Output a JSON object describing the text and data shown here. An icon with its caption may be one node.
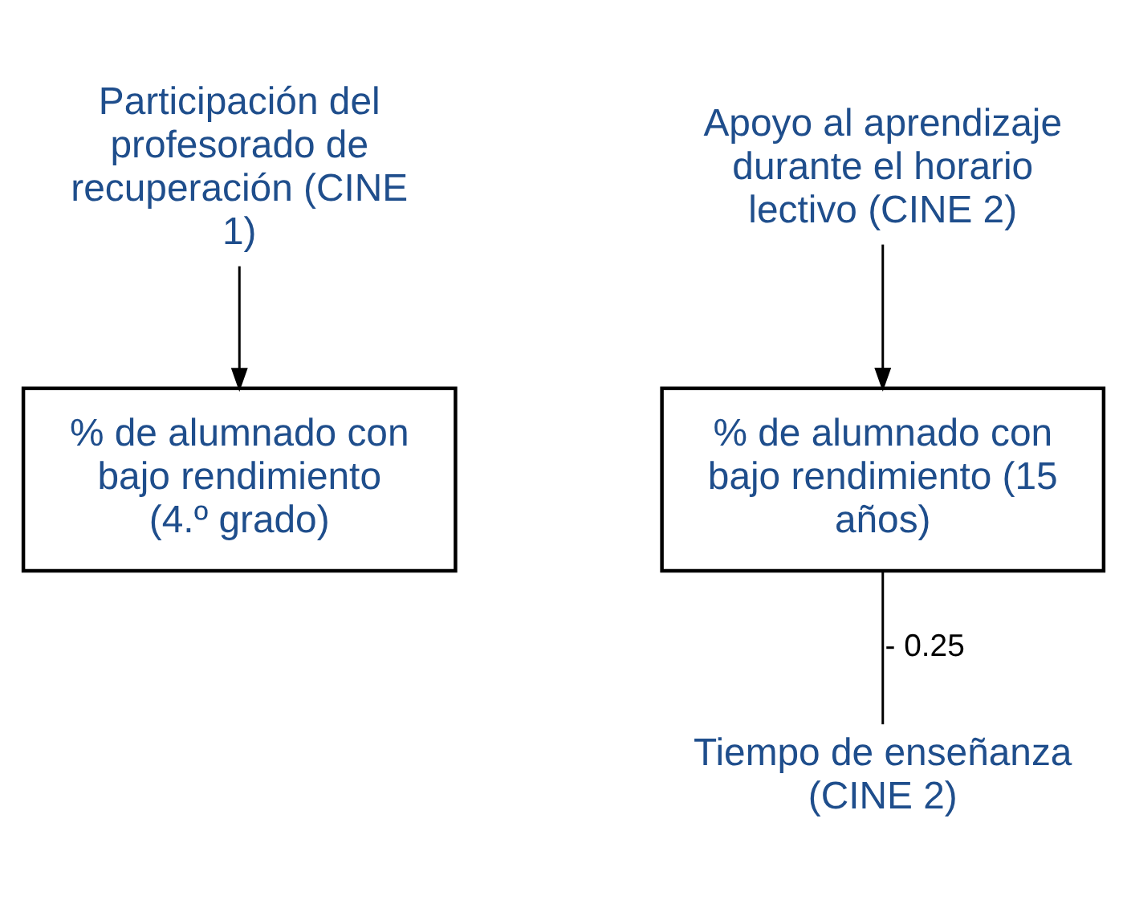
{
  "diagram": {
    "nodes": [
      {
        "text": [
          "Participación del profesorado de recuperación (CINE 1)"
        ]
      },
      {
        "text": [
          "% de alumnado con bajo rendimiento (4.º grado)"
        ]
      },
      {
        "text": [
          "Apoyo al aprendizaje durante el horario lectivo (CINE 2)"
        ]
      },
      {
        "text": [
          "% de alumnado con bajo rendimiento (15 años)"
        ]
      },
      {
        "text": [
          "Tiempo de enseñanza (CINE 2)"
        ]
      }
    ],
    "edges": [
      {
        "from": 0,
        "to": 1,
        "arrow": "to"
      },
      {
        "from": 2,
        "to": 3,
        "arrow": "to"
      },
      {
        "from": 4,
        "to": 3,
        "arrow": "none",
        "label": "- 0.25"
      }
    ]
  }
}
